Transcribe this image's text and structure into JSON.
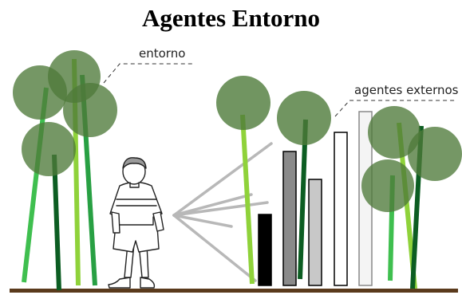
{
  "title": "Agentes Entorno",
  "labels": {
    "entorno": "entorno",
    "agentes_externos": "agentes externos"
  },
  "colors": {
    "canopy": "#4e7a3a",
    "canopy_opacity": "0.78",
    "trunk_light": "#3fbf4f",
    "trunk_yellow_green": "#8fd23a",
    "trunk_dark": "#0c5d22",
    "ground": "#5a3a1c",
    "bar_black": "#000000",
    "bar_dark_gray": "#8a8a8a",
    "bar_light_gray": "#c8c8c8",
    "bar_white": "#ffffff",
    "vision_lines": "#b8b8b8"
  },
  "agent_bars": [
    {
      "name": "black",
      "fill": "#000000"
    },
    {
      "name": "dark-gray",
      "fill": "#8a8a8a"
    },
    {
      "name": "light-gray",
      "fill": "#c8c8c8"
    },
    {
      "name": "white",
      "fill": "#ffffff"
    },
    {
      "name": "pale-gray",
      "fill": "#f4f4f4"
    }
  ]
}
